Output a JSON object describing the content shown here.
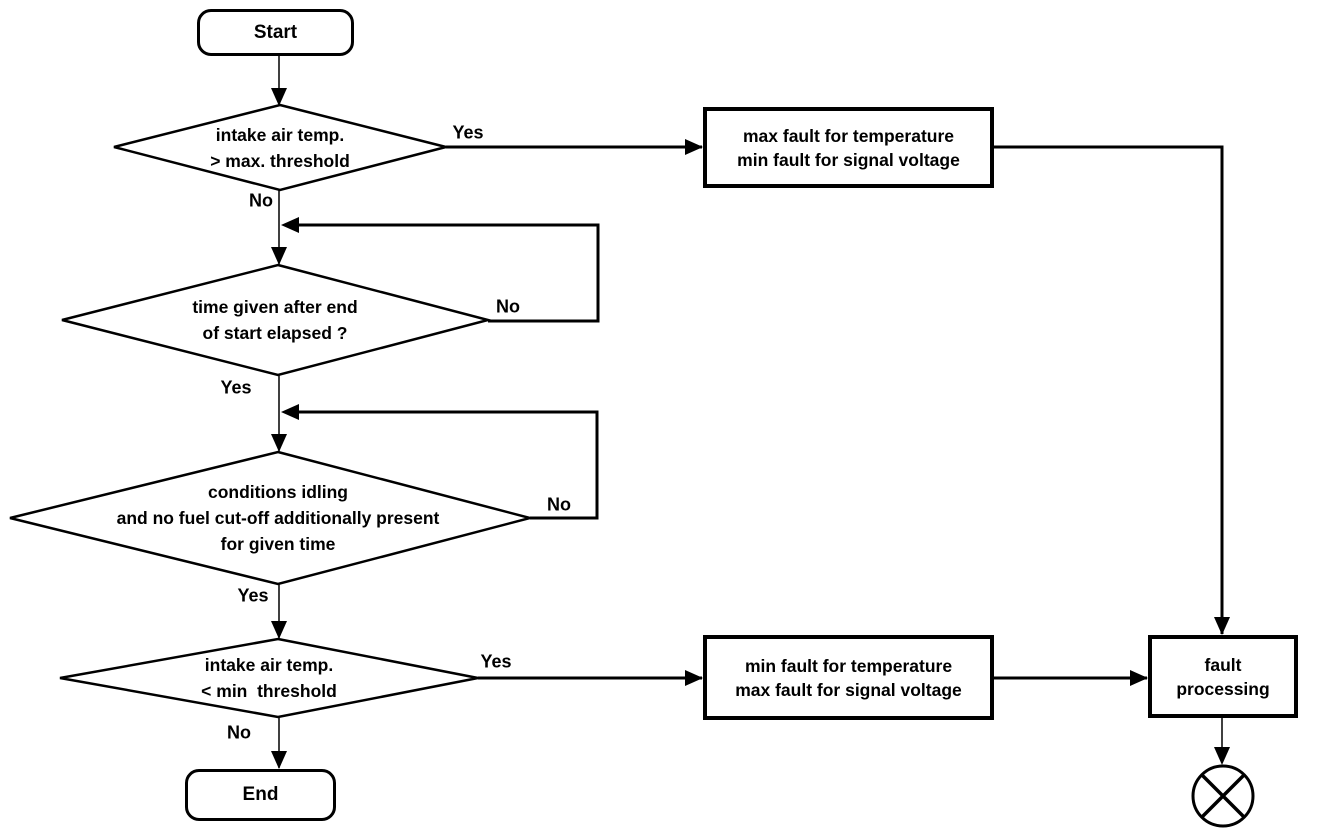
{
  "colors": {
    "line": "#000000",
    "background": "#ffffff",
    "text": "#000000"
  },
  "nodes": {
    "start": {
      "shape": "terminator",
      "label": "Start"
    },
    "decision_max_temp": {
      "shape": "decision",
      "line1": "intake air temp.",
      "line2": "> max. threshold"
    },
    "process_max_fault": {
      "shape": "process",
      "line1": "max fault for temperature",
      "line2": "min fault for signal voltage"
    },
    "decision_time_elapsed": {
      "shape": "decision",
      "line1": "time given after end",
      "line2": "of start elapsed ?"
    },
    "decision_idling": {
      "shape": "decision",
      "line1": "conditions idling",
      "line2": "and no fuel cut-off additionally present",
      "line3": "for given time"
    },
    "decision_min_temp": {
      "shape": "decision",
      "line1": "intake air temp.",
      "line2": "< min  threshold"
    },
    "process_min_fault": {
      "shape": "process",
      "line1": "min fault for temperature",
      "line2": "max fault for signal voltage"
    },
    "process_fault_processing": {
      "shape": "process",
      "line1": "fault",
      "line2": "processing"
    },
    "end": {
      "shape": "terminator",
      "label": "End"
    },
    "terminal_connector": {
      "shape": "crossed-circle"
    }
  },
  "labels": {
    "d1_yes": "Yes",
    "d1_no": "No",
    "d2_no": "No",
    "d2_yes": "Yes",
    "d3_no": "No",
    "d3_yes": "Yes",
    "d4_yes": "Yes",
    "d4_no": "No"
  }
}
